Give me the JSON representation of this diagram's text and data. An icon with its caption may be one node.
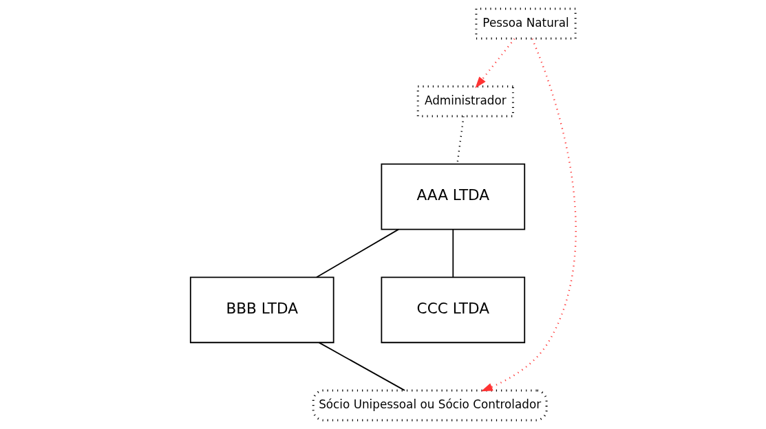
{
  "diagram": {
    "nodes": [
      {
        "text": [
          "Administrador"
        ]
      },
      {
        "text": [
          "AAA LTDA"
        ]
      },
      {
        "text": [
          "Pessoa Natural"
        ]
      },
      {
        "text": [
          "BBB LTDA"
        ]
      },
      {
        "text": [
          "CCC LTDA"
        ]
      },
      {
        "text": [
          "Sócio Unipessoal ou Sócio Controlador"
        ]
      }
    ],
    "edges": [
      {
        "from": 0,
        "to": 1,
        "arrow": "none",
        "style": "dashed"
      },
      {
        "from": 2,
        "to": 0,
        "arrow": "to",
        "style": "dashed",
        "color": "#ff3333"
      },
      {
        "from": 1,
        "to": 3,
        "arrow": "none"
      },
      {
        "from": 1,
        "to": 4,
        "arrow": "none"
      },
      {
        "from": 3,
        "to": 5,
        "arrow": "none"
      },
      {
        "from": 2,
        "to": 5,
        "arrow": "to",
        "style": "dashed",
        "color": "#ff3333"
      }
    ]
  }
}
